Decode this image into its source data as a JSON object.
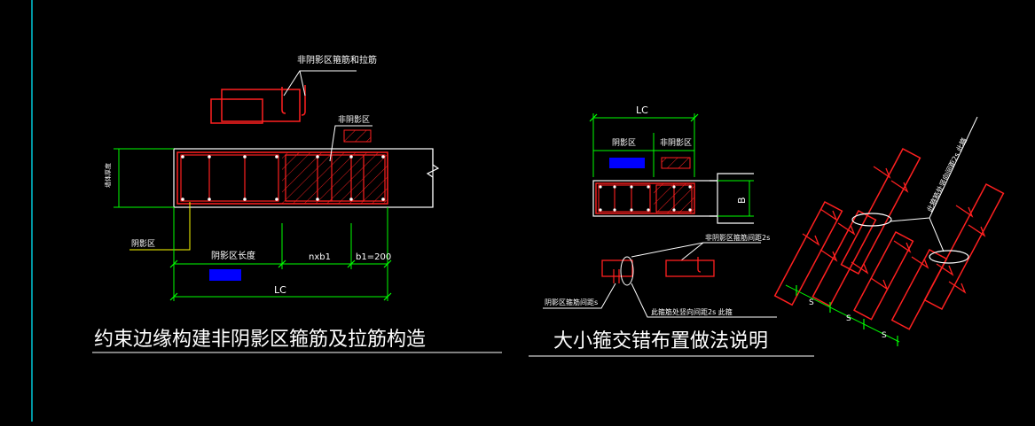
{
  "colors": {
    "background": "#000000",
    "frame": "#00c8d8",
    "outline": "#ffffff",
    "rebar": "#ff2020",
    "hatch": "#ff2020",
    "dimension": "#00ff00",
    "leader": "#ffff00",
    "shade": "#0000ff",
    "text": "#ffffff"
  },
  "left_drawing": {
    "leader_label_top": "非阴影区箍筋和拉筋",
    "label_nonshaded": "非阴影区",
    "label_shaded": "阴影区",
    "label_side": "墙体厚度",
    "dim_shaded_length": "阴影区长度",
    "dim_nxb1": "nxb1",
    "dim_b1": "b1=200",
    "dim_total": "LC",
    "title": "约束边缘构建非阴影区箍筋及拉筋构造"
  },
  "middle_drawing": {
    "dim_total": "LC",
    "label_shaded": "阴影区",
    "label_nonshaded": "非阴影区",
    "dim_b": "B",
    "leader_right": "非阴影区箍筋间距2s",
    "leader_left": "阴影区箍筋间距s",
    "leader_bottom": "此箍筋处竖向间距2s 此箍",
    "title": "大小箍交错布置做法说明"
  },
  "right_drawing": {
    "leader_label": "此箍筋处竖向间距2s 此箍",
    "spacing_labels": [
      "S",
      "S",
      "S"
    ]
  }
}
